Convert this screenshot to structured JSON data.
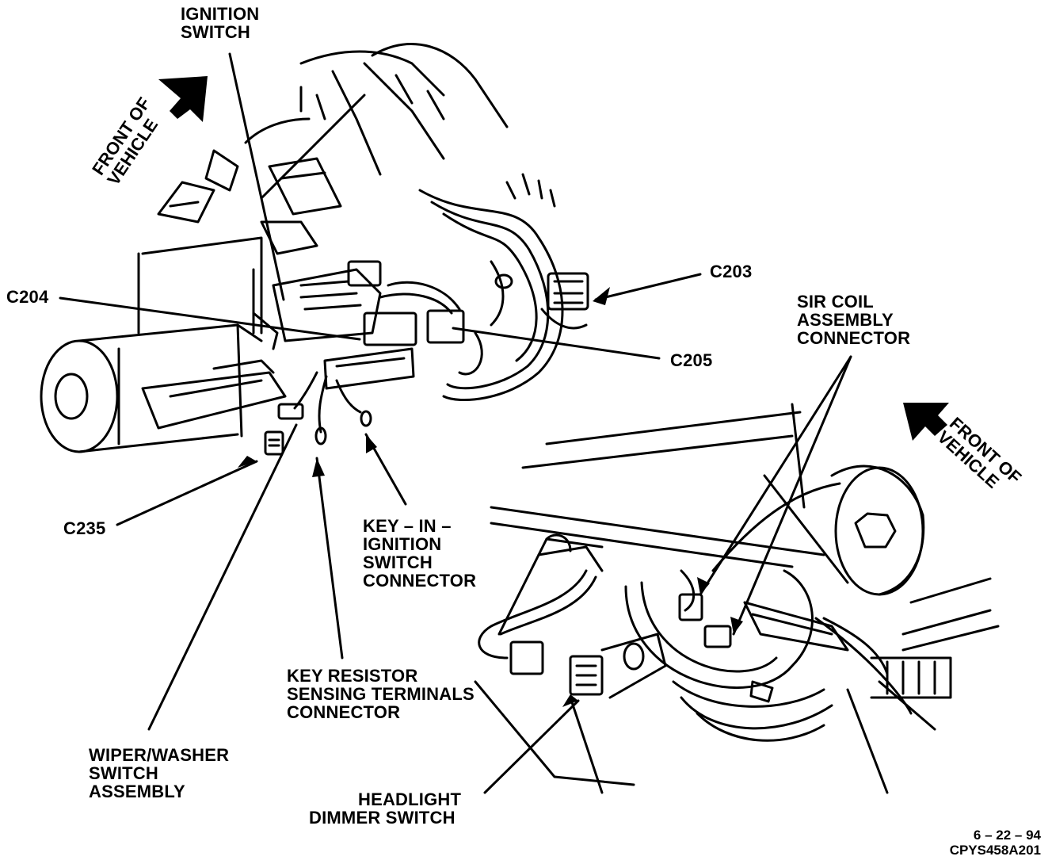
{
  "labels": {
    "ignition_switch": [
      "IGNITION",
      "SWITCH"
    ],
    "front_of_vehicle_left": [
      "FRONT OF",
      "VEHICLE"
    ],
    "front_of_vehicle_right": [
      "FRONT OF",
      "VEHICLE"
    ],
    "c203": "C203",
    "c204": "C204",
    "c205": "C205",
    "c235": "C235",
    "sir_coil": [
      "SIR COIL",
      "ASSEMBLY",
      "CONNECTOR"
    ],
    "key_in_ignition": [
      "KEY – IN –",
      "IGNITION",
      "SWITCH",
      "CONNECTOR"
    ],
    "key_resistor": [
      "KEY RESISTOR",
      "SENSING TERMINALS",
      "CONNECTOR"
    ],
    "wiper_washer": [
      "WIPER/WASHER",
      "SWITCH",
      "ASSEMBLY"
    ],
    "headlight_dimmer": [
      "HEADLIGHT",
      "DIMMER SWITCH"
    ]
  },
  "footer": {
    "date": "6 – 22 – 94",
    "code": "CPYS458A201"
  },
  "colors": {
    "ink": "#000000",
    "paper": "#ffffff"
  }
}
